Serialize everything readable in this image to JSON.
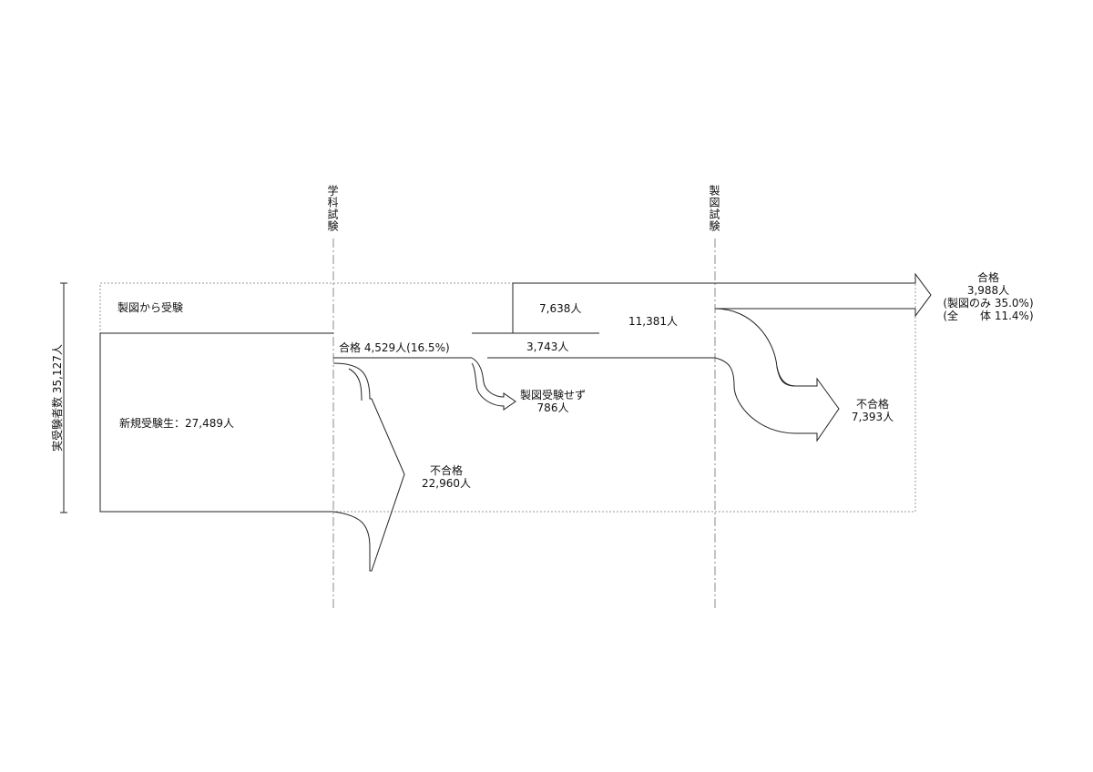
{
  "stages": {
    "gakka": "学科試験",
    "seizu": "製図試験"
  },
  "total_label": "実受験者数 35,127人",
  "repeat_group": "製図から受験",
  "new_group": "新規受験生：27,489人",
  "repeat_count": "7,638人",
  "seizu_total": "11,381人",
  "gakka_pass": "合格 4,529人(16.5%)",
  "gakka_pass_continue": "3,743人",
  "no_seizu": {
    "line1": "製図受験せず",
    "line2": "786人"
  },
  "gakka_fail": {
    "line1": "不合格",
    "line2": "22,960人"
  },
  "seizu_fail": {
    "line1": "不合格",
    "line2": "7,393人"
  },
  "final_pass": {
    "line1": "合格",
    "line2": "3,988人",
    "line3": "(製図のみ 35.0%)",
    "line4": "(全　　体 11.4%)"
  },
  "colors": {
    "line": "#222222",
    "dash": "#888888"
  }
}
